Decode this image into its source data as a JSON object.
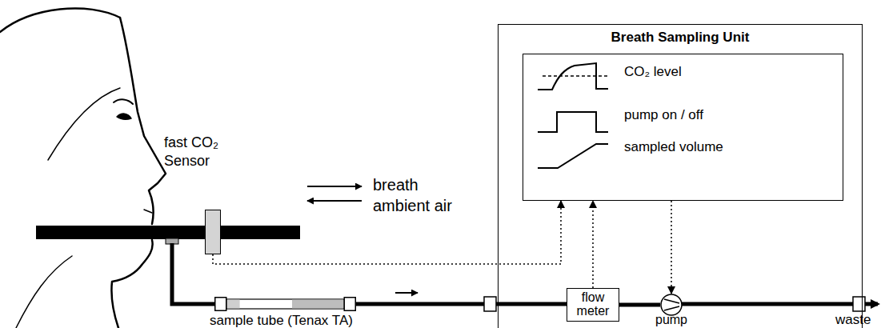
{
  "diagram": {
    "nodes": [
      {
        "text": [
          "Breath Sampling Unit"
        ]
      },
      {
        "text": [
          "CO₂ level",
          "pump on / off",
          "sampled volume"
        ],
        "in": 0
      },
      {
        "text": [
          "flow meter"
        ],
        "in": 0
      },
      {
        "text": [
          "pump"
        ],
        "in": 0
      },
      {
        "text": [
          "fast CO₂ Sensor"
        ]
      },
      {
        "text": [
          "sample tube (Tenax TA)"
        ]
      }
    ],
    "edges": [
      {
        "from": 4,
        "to": 1,
        "arrow": "to"
      },
      {
        "from": 2,
        "to": 1,
        "arrow": "to"
      },
      {
        "from": 1,
        "to": 3,
        "arrow": "to"
      },
      {
        "from": 5,
        "to": 2,
        "arrow": "none"
      },
      {
        "from": 2,
        "to": 3,
        "arrow": "none"
      }
    ],
    "labels": [
      "breath",
      "ambient air",
      "waste"
    ]
  }
}
